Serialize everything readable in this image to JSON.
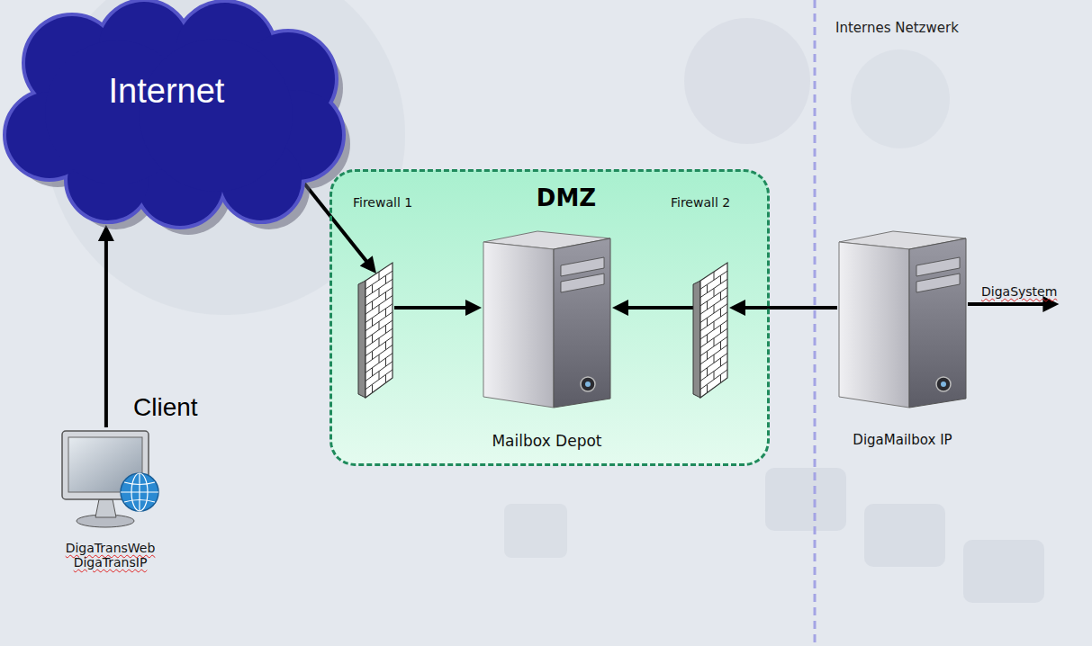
{
  "diagram": {
    "nodes": [
      {
        "text": [
          "Internet"
        ]
      },
      {
        "text": [
          "DMZ"
        ]
      },
      {
        "text": [
          "Firewall 1"
        ],
        "in": 1
      },
      {
        "text": [
          "Mailbox Depot"
        ],
        "in": 1
      },
      {
        "text": [
          "Firewall 2"
        ],
        "in": 1
      },
      {
        "text": [
          "DigaMailbox IP"
        ]
      },
      {
        "text": [
          "DigaSystem"
        ]
      },
      {
        "text": [
          "Client",
          "DigaTransWeb DigaTransIP"
        ]
      }
    ],
    "edges": [
      {
        "from": 7,
        "to": 0,
        "arrow": "to"
      },
      {
        "from": 0,
        "to": 2,
        "arrow": "to"
      },
      {
        "from": 2,
        "to": 3,
        "arrow": "to"
      },
      {
        "from": 4,
        "to": 3,
        "arrow": "to"
      },
      {
        "from": 5,
        "to": 4,
        "arrow": "to"
      },
      {
        "from": 5,
        "to": 6,
        "arrow": "to"
      }
    ],
    "labels": [
      "Internes Netzwerk"
    ]
  }
}
